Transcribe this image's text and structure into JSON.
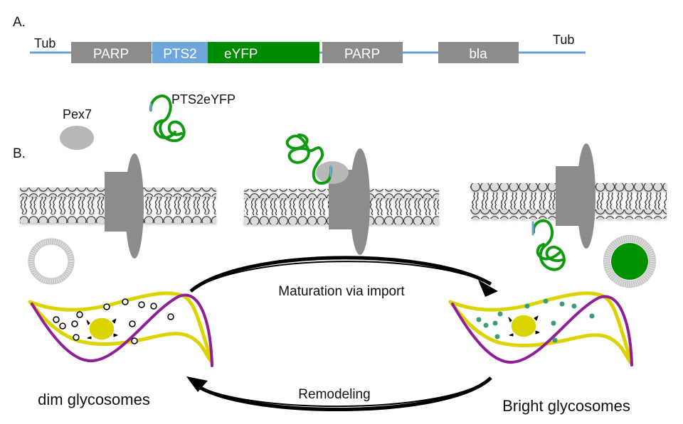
{
  "panel_a": {
    "label": "A.",
    "promoter_left": "Tub",
    "promoter_right": "Tub",
    "construct": [
      {
        "name": "PARP",
        "color": "#8c8c8c"
      },
      {
        "name": "PTS2",
        "color": "#6ea6dc"
      },
      {
        "name": "eYFP",
        "color": "#008c00"
      },
      {
        "name": "PARP",
        "color": "#8c8c8c"
      },
      {
        "name": "bla",
        "color": "#8c8c8c"
      }
    ],
    "backbone_color": "#6a9fd4"
  },
  "panel_b": {
    "label": "B.",
    "pex7_label": "Pex7",
    "cargo_label": "PTS2eYFP",
    "stages": [
      {
        "id": "free",
        "description": "Pex7 and PTS2eYFP free; empty glycosome"
      },
      {
        "id": "docking",
        "description": "Pex7 bound to PTS2eYFP docks at importomer"
      },
      {
        "id": "imported",
        "description": "PTS2eYFP translocated; filled glycosome"
      }
    ],
    "cycle": {
      "top_arrow_label": "Maturation via import",
      "bottom_arrow_label": "Remodeling"
    },
    "cells": {
      "left_caption": "dim glycosomes",
      "right_caption": "Bright glycosomes"
    }
  },
  "colors": {
    "cargo": "#0f9a0f",
    "pex7": "#b8b8b8",
    "importer": "#8c8c8c",
    "cell_body": "#dcd400",
    "flagellum": "#8e1f96",
    "bright_glycosome": "#3a9e72",
    "filled_vesicle": "#009000"
  }
}
